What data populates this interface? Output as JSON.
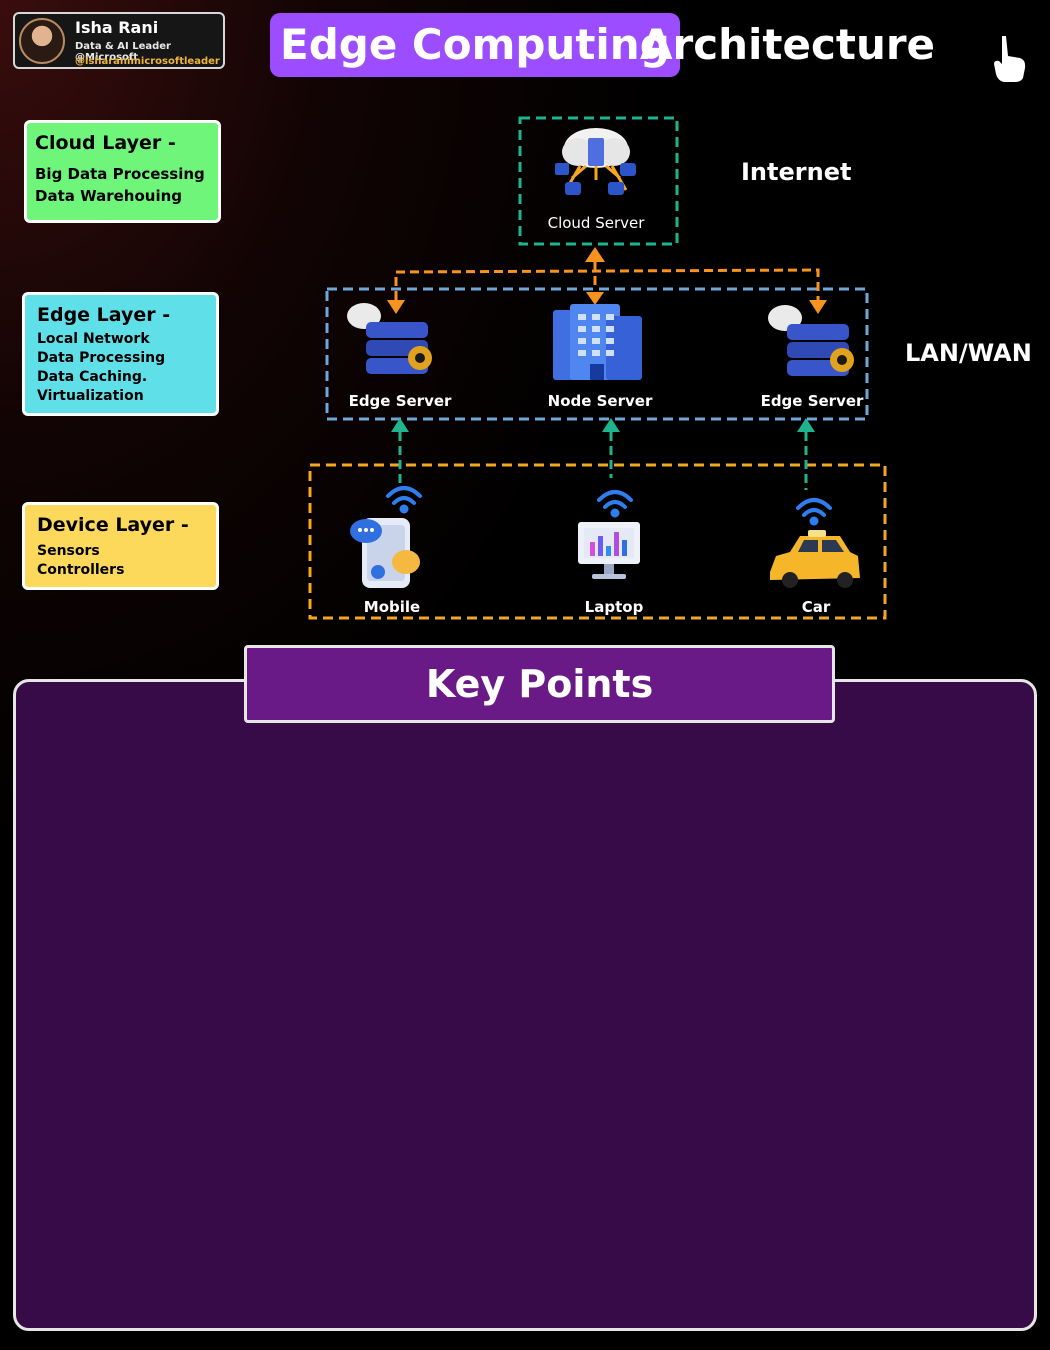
{
  "profile": {
    "name": "Isha Rani",
    "role": "Data & AI Leader @Microsoft",
    "handle": "@isharanimicrosoftleader"
  },
  "title": {
    "highlight": "Edge Computing",
    "rest": "Architecture"
  },
  "layers": {
    "cloud": {
      "title": "Cloud  Layer -",
      "lines": [
        "Big Data Processing",
        "Data Warehouing"
      ]
    },
    "edge": {
      "title": "Edge  Layer -",
      "lines": [
        "Local Network",
        "Data Processing",
        "Data Caching.",
        "Virtualization"
      ]
    },
    "device": {
      "title": "Device  Layer -",
      "lines": [
        "Sensors",
        "Controllers"
      ]
    }
  },
  "zones": {
    "internet": "Internet",
    "lan": "LAN/WAN"
  },
  "nodes": {
    "cloud_server": "Cloud Server",
    "edge_server_left": "Edge Server",
    "node_server": "Node Server",
    "edge_server_right": "Edge Server",
    "mobile": "Mobile",
    "laptop": "Laptop",
    "car": "Car"
  },
  "key_points": {
    "title": "Key Points"
  },
  "colors": {
    "title_highlight": "#9b4dff",
    "cloud_layer": "#6ef57a",
    "edge_layer": "#5fe0e8",
    "device_layer": "#fcd95a",
    "cloud_box": "#1fb38e",
    "edge_box": "#6ea7d8",
    "device_box": "#f5a623",
    "orange_arrow": "#f7931e",
    "green_arrow": "#1fb38e",
    "key_points_panel": "#360b47",
    "key_points_header": "#6a1a86"
  }
}
